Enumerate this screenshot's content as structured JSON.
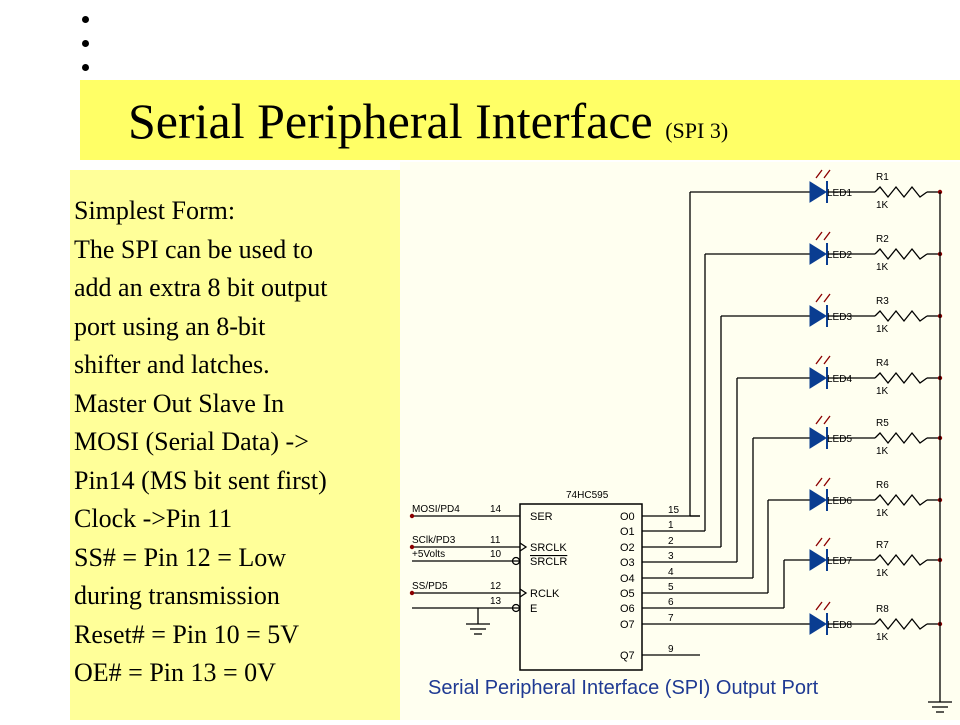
{
  "slide": {
    "title": "Serial Peripheral Interface",
    "title_suffix": "(SPI 3)"
  },
  "body_lines": [
    "Simplest Form:",
    "The SPI can be used to",
    "add an extra 8 bit output",
    "port using  an 8-bit",
    "shifter and latches.",
    "Master Out Slave In",
    "MOSI (Serial Data) ->",
    "Pin14 (MS bit sent first)",
    "Clock ->Pin 11",
    "SS# = Pin 12 = Low",
    "during transmission",
    "Reset# = Pin 10 = 5V",
    "OE#    = Pin 13 = 0V"
  ],
  "schematic": {
    "chip_name": "74HC595",
    "chip_pins_left": [
      "SER",
      "SRCLK",
      "SRCLR",
      "RCLK",
      "E"
    ],
    "chip_pins_right": [
      "O0",
      "O1",
      "O2",
      "O3",
      "O4",
      "O5",
      "O6",
      "O7",
      "Q7"
    ],
    "inputs": [
      {
        "label": "MOSI/PD4",
        "pin": "14"
      },
      {
        "label": "SClk/PD3",
        "pin": "11"
      },
      {
        "label": "+5Volts",
        "pin": "10"
      },
      {
        "label": "SS/PD5",
        "pin": "12"
      },
      {
        "label": "",
        "pin": "13"
      }
    ],
    "output_pins": [
      "15",
      "1",
      "2",
      "3",
      "4",
      "5",
      "6",
      "7",
      "9"
    ],
    "leds": [
      "LED1",
      "LED2",
      "LED3",
      "LED4",
      "LED5",
      "LED6",
      "LED7",
      "LED8"
    ],
    "resistors": [
      "R1",
      "R2",
      "R3",
      "R4",
      "R5",
      "R6",
      "R7",
      "R8"
    ],
    "resistor_value": "1K",
    "caption": "Serial Peripheral Interface (SPI) Output Port"
  }
}
